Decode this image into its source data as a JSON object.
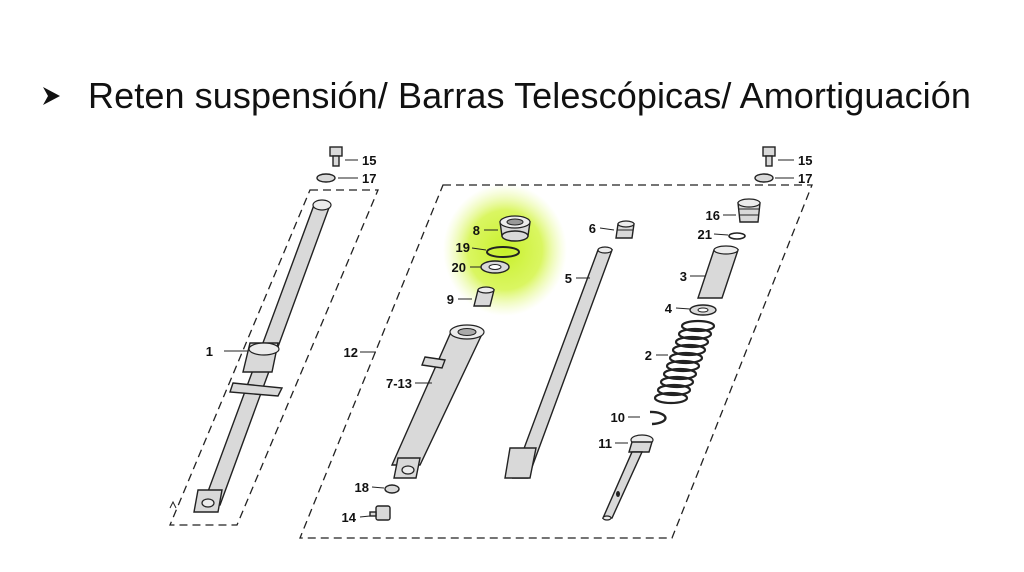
{
  "slide": {
    "title": "Reten suspensión/ Barras Telescópicas/ Amortiguación",
    "bullet_icon": "arrow-bullet-icon"
  },
  "diagram": {
    "highlight_color": "#c8f02a",
    "labels": {
      "l15a": "15",
      "l17a": "17",
      "l1": "1",
      "l12": "12",
      "l8": "8",
      "l19": "19",
      "l20": "20",
      "l9": "9",
      "l713": "7-13",
      "l18": "18",
      "l14": "14",
      "l6": "6",
      "l5": "5",
      "l15b": "15",
      "l17b": "17",
      "l16": "16",
      "l21": "21",
      "l3": "3",
      "l4": "4",
      "l2": "2",
      "l10": "10",
      "l11": "11"
    }
  }
}
